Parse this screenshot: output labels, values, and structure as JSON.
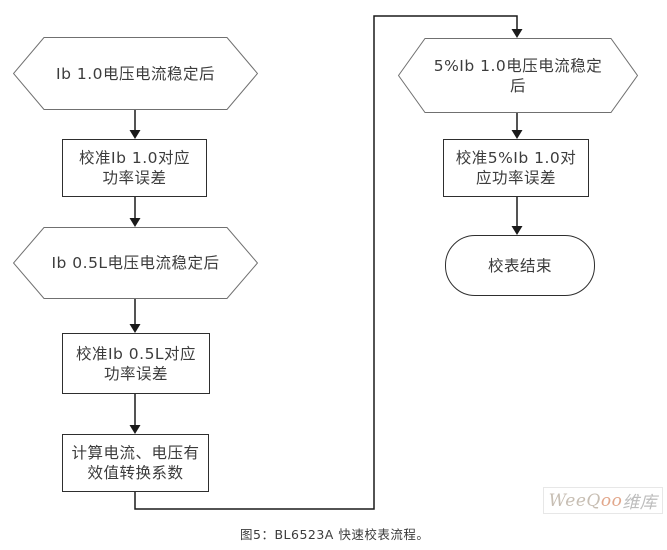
{
  "colors": {
    "background": "#ffffff",
    "connector_line": "#1a1a1a",
    "hexagon_border": "#707070",
    "rect_border": "#2e2e2e",
    "text": "#3c3c3c",
    "watermark_gray": "#c0bcb4",
    "watermark_accent": "#e2a78b",
    "watermark_border": "#e7e7e7"
  },
  "flowchart": {
    "hex_ib10": {
      "label": "Ib 1.0电压电流稳定后"
    },
    "box_cal_ib10": {
      "line1": "校准Ib 1.0对应",
      "line2": "功率误差"
    },
    "hex_ib05l": {
      "label": "Ib 0.5L电压电流稳定后"
    },
    "box_cal_ib05l": {
      "line1": "校准Ib 0.5L对应",
      "line2": "功率误差"
    },
    "box_calc_rms": {
      "line1": "计算电流、电压有",
      "line2": "效值转换系数"
    },
    "hex_5pct_ib10": {
      "line1": "5%Ib 1.0电压电流稳定",
      "line2": "后"
    },
    "box_cal_5pct_ib10": {
      "line1": "校准5%Ib 1.0对",
      "line2": "应功率误差"
    },
    "terminator_end": {
      "label": "校表结束"
    }
  },
  "caption": {
    "text": "图5：BL6523A 快速校表流程。"
  },
  "watermark": {
    "prefix": "WeeQ",
    "accent": "oo",
    "suffix": "维库"
  }
}
